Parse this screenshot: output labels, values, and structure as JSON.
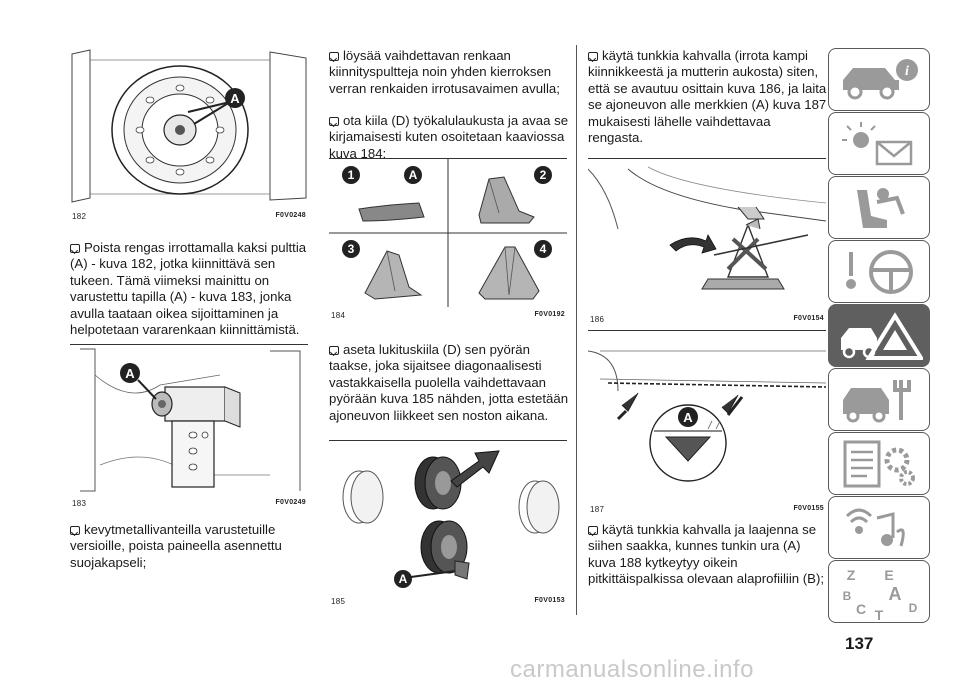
{
  "col1": {
    "fig182": {
      "num": "182",
      "code": "F0V0248",
      "callout": "A"
    },
    "para1": "Poista rengas irrottamalla kaksi pulttia (A) - kuva 182, jotka kiinnittävä sen tukeen. Tämä viimeksi mainittu on varustettu tapilla (A) - kuva 183, jonka avulla taataan oikea sijoittaminen ja helpotetaan vararenkaan kiinnittämistä.",
    "fig183": {
      "num": "183",
      "code": "F0V0249",
      "callout": "A"
    },
    "para2": "kevytmetallivanteilla varustetuille versioille, poista paineella asennettu suojakapseli;"
  },
  "col2": {
    "para1": "löysää vaihdettavan renkaan kiinnityspultteja noin yhden kierroksen verran renkaiden irrotusavaimen avulla;",
    "para2": "ota kiila (D) työkalulaukusta ja avaa se kirjamaisesti kuten osoitetaan kaaviossa kuva 184;",
    "fig184": {
      "num": "184",
      "code": "F0V0192",
      "labels": [
        "1",
        "A",
        "2",
        "3",
        "4"
      ]
    },
    "para3": "aseta lukituskiila (D) sen pyörän taakse, joka sijaitsee diagonaalisesti vastakkaisella puolella vaihdettavaan pyörään kuva 185 nähden, jotta estetään ajoneuvon liikkeet sen noston aikana.",
    "fig185": {
      "num": "185",
      "code": "F0V0153",
      "callout": "A"
    }
  },
  "col3": {
    "para1": "käytä tunkkia kahvalla (irrota kampi kiinnikkeestä ja mutterin aukosta) siten, että se avautuu osittain kuva 186, ja laita se ajoneuvon alle merkkien (A) kuva 187 mukaisesti lähelle vaihdettavaa rengasta.",
    "fig186": {
      "num": "186",
      "code": "F0V0154"
    },
    "fig187": {
      "num": "187",
      "code": "F0V0155",
      "callout": "A"
    },
    "para2": "käytä tunkkia kahvalla ja laajenna se siihen saakka, kunnes tunkin ura (A) kuva 188 kytkeytyy oikein pitkittäispalkissa olevaan alaprofiiliin (B);"
  },
  "sidebar": {
    "tabs": [
      {
        "icon": "car-info-icon",
        "active": false
      },
      {
        "icon": "warning-lights-icon",
        "active": false
      },
      {
        "icon": "safety-seat-icon",
        "active": false
      },
      {
        "icon": "steering-wheel-icon",
        "active": false
      },
      {
        "icon": "emergency-car-icon",
        "active": true
      },
      {
        "icon": "car-maintenance-icon",
        "active": false
      },
      {
        "icon": "technical-data-icon",
        "active": false
      },
      {
        "icon": "multimedia-icon",
        "active": false
      },
      {
        "icon": "index-icon",
        "active": false
      }
    ],
    "index_letters": [
      "Z",
      "E",
      "A",
      "B",
      "C",
      "D",
      "T"
    ]
  },
  "page_number": "137",
  "watermark": "carmanualsonline.info",
  "colors": {
    "text": "#1a1a1a",
    "tab_border": "#5a5a5a",
    "tab_active": "#5f5f5f",
    "watermark": "#c9c9c9"
  }
}
